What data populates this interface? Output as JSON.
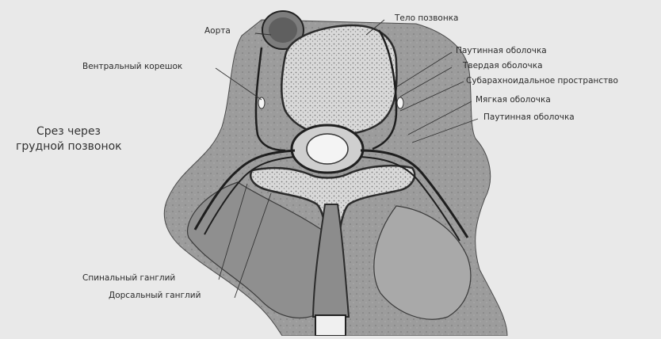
{
  "section_title": {
    "line1": "Срез через",
    "line2": "грудной позвонок"
  },
  "labels": {
    "aorta": "Аорта",
    "ventral_root": "Вентральный корешок",
    "vertebral_body": "Тело позвонка",
    "arachnoid_1": "Паутинная оболочка",
    "dura": "Твердая оболочка",
    "subarachnoid": "Субарахноидальное пространство",
    "pia": "Мягкая оболочка",
    "arachnoid_2": "Паутинная оболочка",
    "spinal_ganglion": "Спинальный ганглий",
    "dorsal_ganglion": "Дорсальный ганглий"
  },
  "colors": {
    "background": "#e9e9e9",
    "tissue": "#9a9a9a",
    "bone_fill": "#d7d7d7",
    "outline": "#2b2b2b"
  }
}
